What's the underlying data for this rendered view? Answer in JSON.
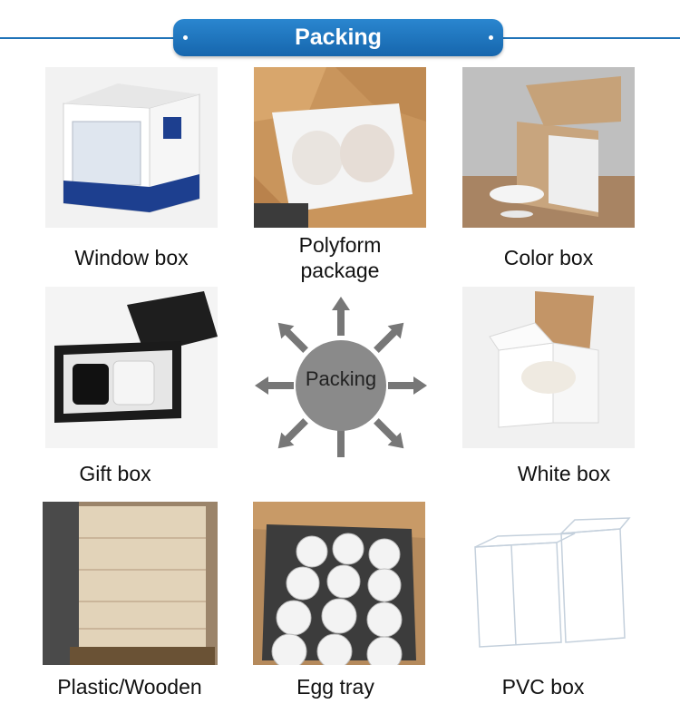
{
  "header": {
    "title": "Packing"
  },
  "center": {
    "label": "Packing"
  },
  "items": [
    {
      "label": "Window box",
      "icon": "window-box-photo"
    },
    {
      "label": "Polyform",
      "label2": "package",
      "icon": "polyform-package-photo"
    },
    {
      "label": "Color box",
      "icon": "color-box-photo"
    },
    {
      "label": "Gift box",
      "icon": "gift-box-photo"
    },
    {
      "label": "White box",
      "icon": "white-box-photo"
    },
    {
      "label": "Plastic/Wooden",
      "icon": "pallet-photo"
    },
    {
      "label": "Egg tray",
      "icon": "egg-tray-photo"
    },
    {
      "label": "PVC box",
      "icon": "pvc-box-photo"
    }
  ],
  "colors": {
    "accent": "#1f73b8",
    "arrow": "#777777",
    "circle": "#8a8a8a"
  }
}
